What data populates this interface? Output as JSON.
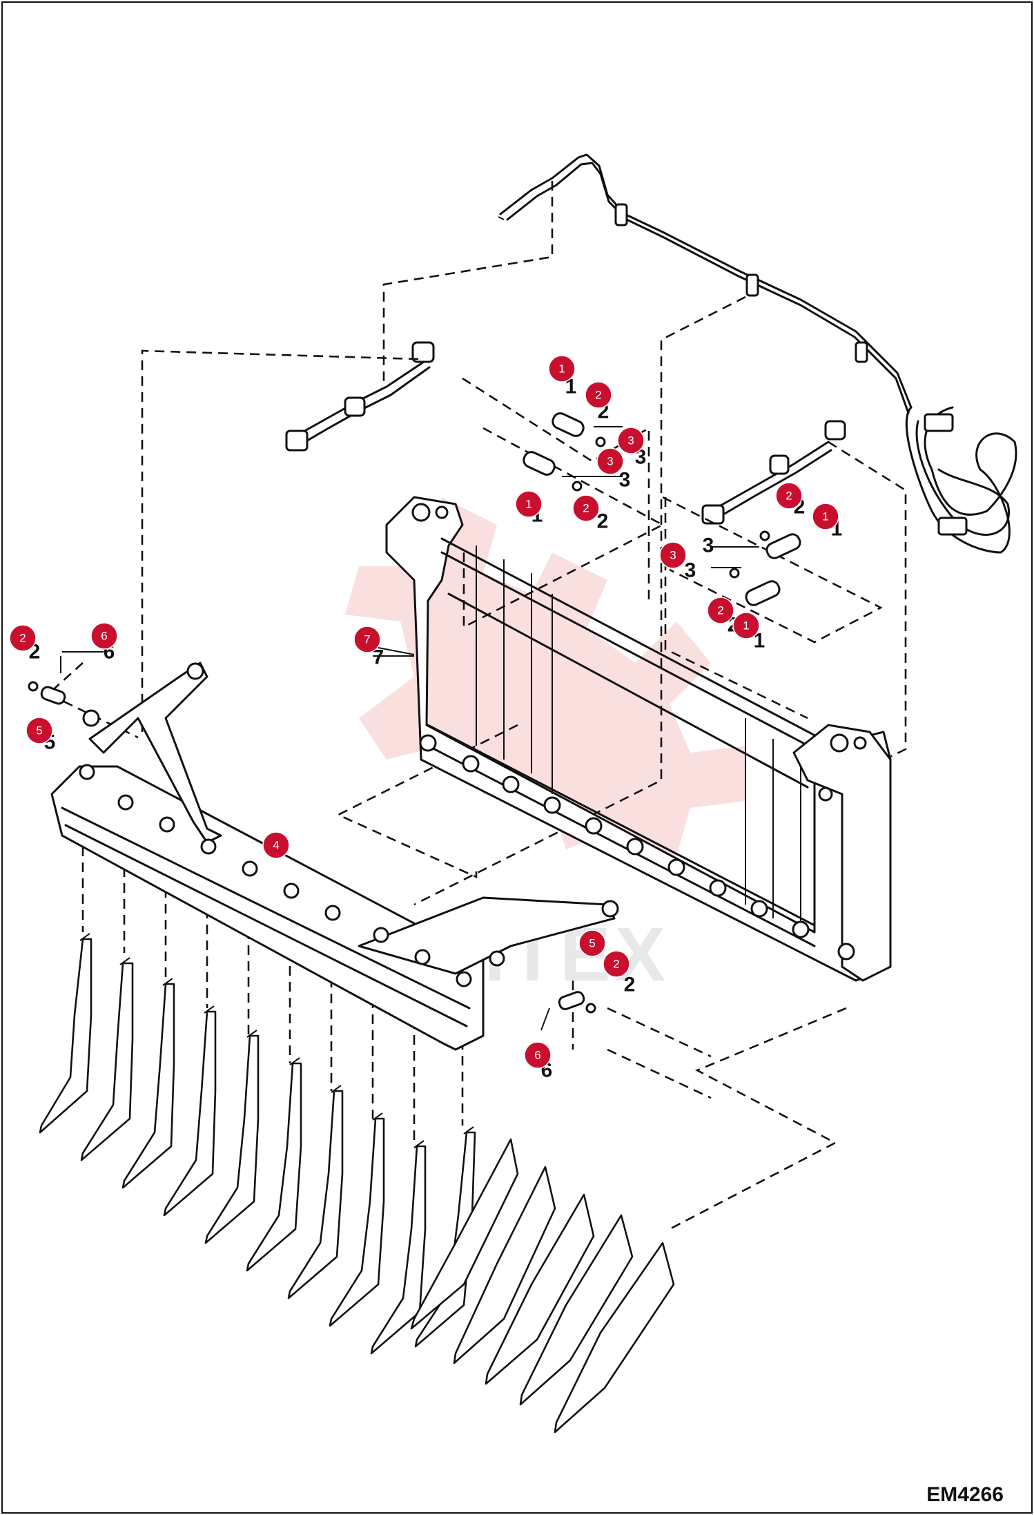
{
  "figure_code": "EM4266",
  "watermark_text": "MHTEX",
  "callout_color": "#c8102e",
  "callouts": [
    {
      "id": "c1a",
      "label": "1"
    },
    {
      "id": "c2a",
      "label": "2"
    },
    {
      "id": "c3a",
      "label": "3"
    },
    {
      "id": "c3b",
      "label": "3"
    },
    {
      "id": "c1b",
      "label": "1"
    },
    {
      "id": "c2b",
      "label": "2"
    },
    {
      "id": "c2c",
      "label": "2"
    },
    {
      "id": "c1c",
      "label": "1"
    },
    {
      "id": "c3c",
      "label": "3"
    },
    {
      "id": "c2d",
      "label": "2"
    },
    {
      "id": "c1d",
      "label": "1"
    },
    {
      "id": "c7",
      "label": "7"
    },
    {
      "id": "c2e",
      "label": "2"
    },
    {
      "id": "c6a",
      "label": "6"
    },
    {
      "id": "c5a",
      "label": "5"
    },
    {
      "id": "c4",
      "label": "4"
    },
    {
      "id": "c5b",
      "label": "5"
    },
    {
      "id": "c2f",
      "label": "2"
    },
    {
      "id": "c6b",
      "label": "6"
    }
  ],
  "part_numbers": [
    {
      "id": "p1a",
      "label": "1"
    },
    {
      "id": "p2a",
      "label": "2"
    },
    {
      "id": "p3a",
      "label": "3"
    },
    {
      "id": "p3b",
      "label": "3"
    },
    {
      "id": "p1b",
      "label": "1"
    },
    {
      "id": "p2b",
      "label": "2"
    },
    {
      "id": "p2c",
      "label": "2"
    },
    {
      "id": "p1c",
      "label": "1"
    },
    {
      "id": "p3c",
      "label": "3"
    },
    {
      "id": "p3d",
      "label": "3"
    },
    {
      "id": "p2d",
      "label": "2"
    },
    {
      "id": "p1d",
      "label": "1"
    },
    {
      "id": "p7",
      "label": "7"
    },
    {
      "id": "p2e",
      "label": "2"
    },
    {
      "id": "p6a",
      "label": "6"
    },
    {
      "id": "p5a",
      "label": "5"
    },
    {
      "id": "p2f",
      "label": "2"
    },
    {
      "id": "p6b",
      "label": "6"
    }
  ]
}
